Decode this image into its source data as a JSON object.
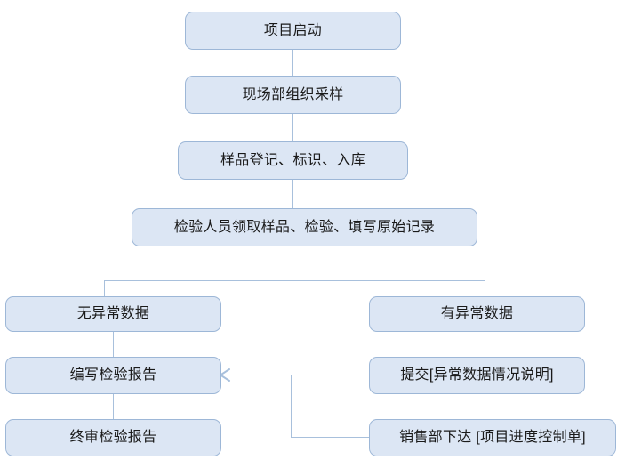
{
  "diagram": {
    "type": "flowchart",
    "orientation": "top-down",
    "colors": {
      "node_fill": "#dce6f4",
      "node_border": "#9db7d7",
      "connector": "#a8c0dc",
      "text": "#1a1a1a",
      "background": "#ffffff"
    },
    "nodes": [
      {
        "id": "start",
        "label": "项目启动"
      },
      {
        "id": "sampling",
        "label": "现场部组织采样"
      },
      {
        "id": "registration",
        "label": "样品登记、标识、入库"
      },
      {
        "id": "inspection",
        "label": "检验人员领取样品、检验、填写原始记录"
      },
      {
        "id": "no-anomaly",
        "label": "无异常数据"
      },
      {
        "id": "has-anomaly",
        "label": "有异常数据"
      },
      {
        "id": "write-report",
        "label": "编写检验报告"
      },
      {
        "id": "final-report",
        "label": "终审检验报告"
      },
      {
        "id": "submit-note",
        "label": "提交[异常数据情况说明]"
      },
      {
        "id": "sales-order",
        "label": "销售部下达 [项目进度控制单]"
      }
    ],
    "edges": [
      {
        "from": "start",
        "to": "sampling",
        "style": "plain"
      },
      {
        "from": "sampling",
        "to": "registration",
        "style": "plain"
      },
      {
        "from": "registration",
        "to": "inspection",
        "style": "plain"
      },
      {
        "from": "inspection",
        "to": "no-anomaly",
        "style": "branch-left"
      },
      {
        "from": "inspection",
        "to": "has-anomaly",
        "style": "branch-right"
      },
      {
        "from": "no-anomaly",
        "to": "write-report",
        "style": "plain"
      },
      {
        "from": "write-report",
        "to": "final-report",
        "style": "plain"
      },
      {
        "from": "has-anomaly",
        "to": "submit-note",
        "style": "plain"
      },
      {
        "from": "submit-note",
        "to": "sales-order",
        "style": "plain"
      },
      {
        "from": "sales-order",
        "to": "write-report",
        "style": "feedback-arrow"
      }
    ]
  }
}
